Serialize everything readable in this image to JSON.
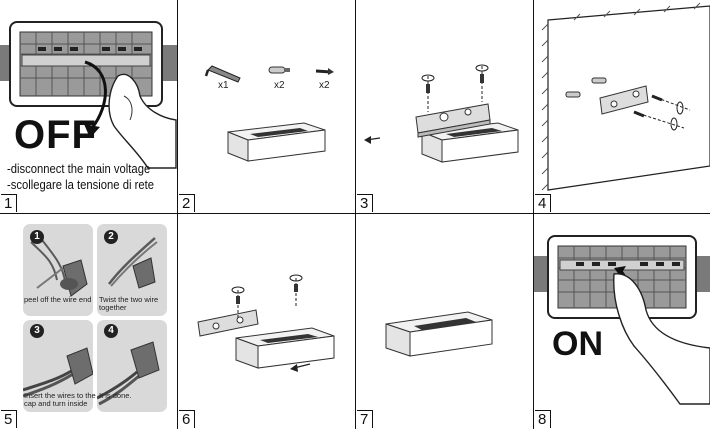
{
  "steps": [
    {
      "number": "1",
      "big_text": "OFF",
      "notes": [
        "-disconnect the main voltage",
        "-scollegare la tensione di rete"
      ]
    },
    {
      "number": "2",
      "quantities": [
        "x1",
        "x2",
        "x2"
      ]
    },
    {
      "number": "3"
    },
    {
      "number": "4"
    },
    {
      "number": "5",
      "sub_steps": [
        {
          "badge": "1",
          "caption": "peel off the wire end"
        },
        {
          "badge": "2",
          "caption": "Twist the two wire together"
        },
        {
          "badge": "3",
          "caption": "Insert the wires to the cap and turn inside"
        },
        {
          "badge": "4",
          "caption": "It is done."
        }
      ]
    },
    {
      "number": "6"
    },
    {
      "number": "7"
    },
    {
      "number": "8",
      "big_text": "ON"
    }
  ],
  "colors": {
    "line": "#111111",
    "lamp_face": "#f2f2f2",
    "lamp_strip": "#333333",
    "module": "#9a9a9a",
    "photo_bg": "#d6d6d6"
  }
}
